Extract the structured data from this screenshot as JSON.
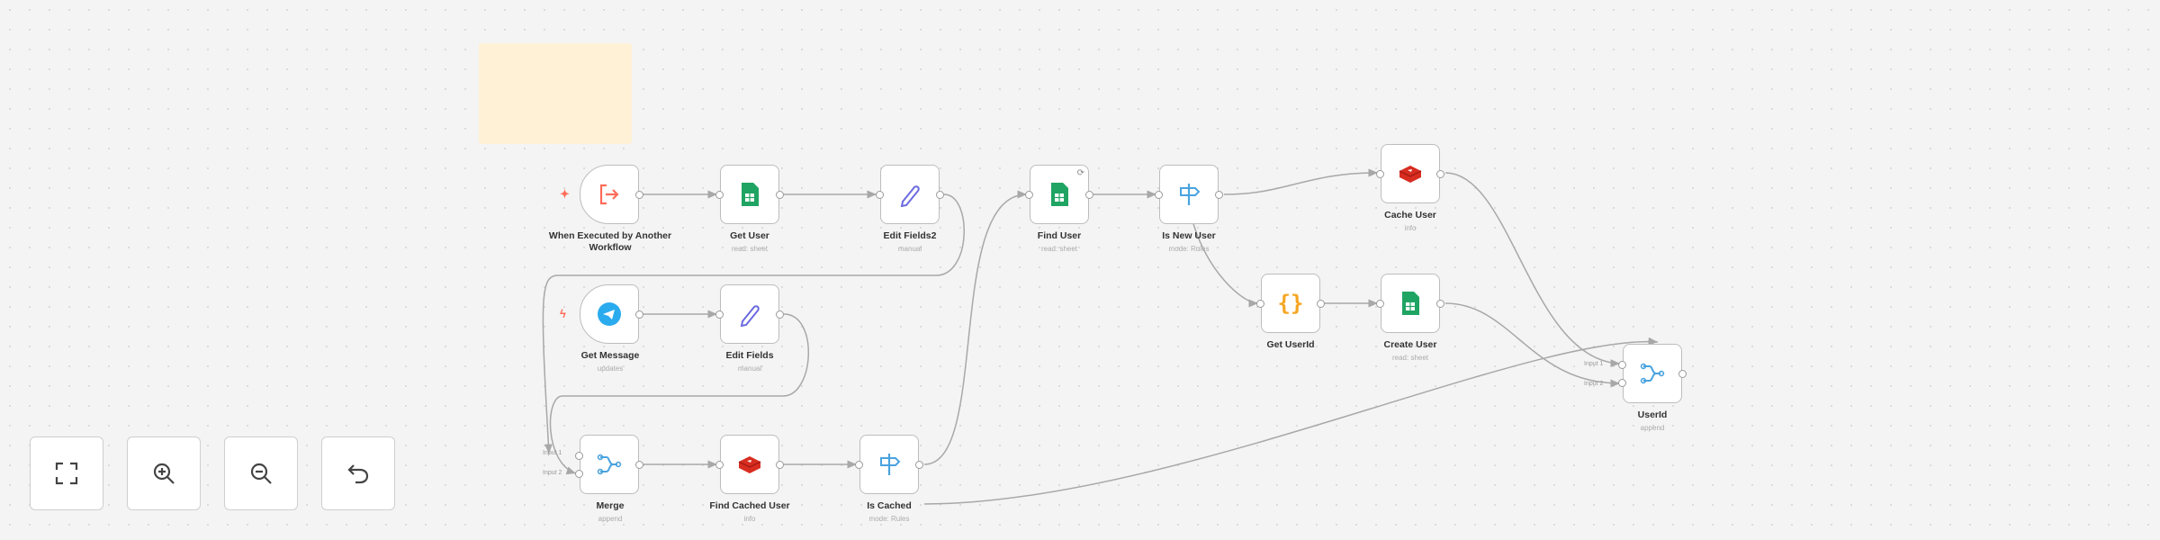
{
  "canvas": {
    "nodes": [
      {
        "id": "when-executed",
        "label": "When Executed by Another Workflow",
        "subtitle": "",
        "icon": "exit-arrow-icon",
        "trigger": true
      },
      {
        "id": "get-user",
        "label": "Get User",
        "subtitle": "read: sheet",
        "icon": "google-sheets-icon"
      },
      {
        "id": "edit-fields2",
        "label": "Edit Fields2",
        "subtitle": "manual",
        "icon": "pencil-icon"
      },
      {
        "id": "find-user",
        "label": "Find User",
        "subtitle": "read: sheet",
        "icon": "google-sheets-icon"
      },
      {
        "id": "is-new-user",
        "label": "Is New User",
        "subtitle": "mode: Rules",
        "icon": "signpost-icon"
      },
      {
        "id": "cache-user",
        "label": "Cache User",
        "subtitle": "info",
        "icon": "redis-icon"
      },
      {
        "id": "get-message",
        "label": "Get Message",
        "subtitle": "updates",
        "icon": "telegram-icon",
        "trigger": true
      },
      {
        "id": "edit-fields",
        "label": "Edit Fields",
        "subtitle": "manual",
        "icon": "pencil-icon"
      },
      {
        "id": "get-userid",
        "label": "Get UserId",
        "subtitle": "",
        "icon": "braces-icon"
      },
      {
        "id": "create-user",
        "label": "Create User",
        "subtitle": "read: sheet",
        "icon": "google-sheets-icon"
      },
      {
        "id": "userid",
        "label": "UserId",
        "subtitle": "append",
        "icon": "merge-icon",
        "inputs": [
          "Input 1",
          "Input 2"
        ]
      },
      {
        "id": "merge",
        "label": "Merge",
        "subtitle": "append",
        "icon": "merge-icon",
        "inputs": [
          "Input 1",
          "Input 2"
        ]
      },
      {
        "id": "find-cached-user",
        "label": "Find Cached User",
        "subtitle": "info",
        "icon": "redis-icon"
      },
      {
        "id": "is-cached",
        "label": "Is Cached",
        "subtitle": "mode: Rules",
        "icon": "signpost-icon"
      }
    ]
  },
  "controls": [
    {
      "name": "fit-view-button",
      "icon": "fullscreen-icon"
    },
    {
      "name": "zoom-in-button",
      "icon": "zoom-in-icon"
    },
    {
      "name": "zoom-out-button",
      "icon": "zoom-out-icon"
    },
    {
      "name": "reset-zoom-button",
      "icon": "undo-icon"
    }
  ],
  "colors": {
    "trigger": "#ff6d5a",
    "sheets": "#1fa463",
    "pencil": "#6a6ae0",
    "redis": "#d82c20",
    "switch": "#4aa3df",
    "merge": "#4aa3df",
    "braces": "#f5a623",
    "telegram": "#2aabee",
    "sticky": "#fff1d6",
    "edge": "#a8a8a8"
  }
}
